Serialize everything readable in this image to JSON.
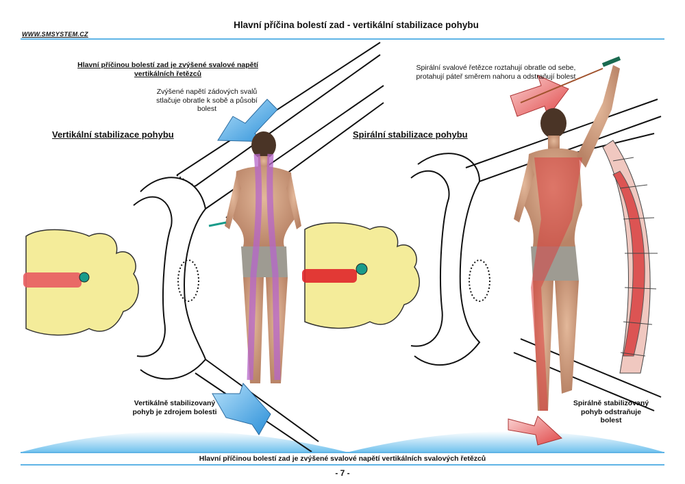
{
  "header": {
    "title": "Hlavní příčina bolestí zad - vertikální stabilizace pohybu",
    "logo": "WWW.SMSYSTEM.CZ"
  },
  "left_panel": {
    "top_note": "Hlavní příčinou bolestí zad je zvýšené svalové napětí vertikálních řetězců",
    "arrow_note": "Zvýšené napětí zádových svalů stlačuje obratle k sobě a působí bolest",
    "heading": "Vertikální stabilizace pohybu",
    "bottom_note": "Vertikálně stabilizovaný pohyb je zdrojem bolesti"
  },
  "right_panel": {
    "top_note": "Spirální svalové řetězce roztahují obratle od sebe, protahují páteř směrem nahoru a odstraňují bolest",
    "heading": "Spirální stabilizace pohybu",
    "bottom_note": "Spirálně stabilizovaný pohyb odstraňuje bolest"
  },
  "footer": {
    "text": "Hlavní příčinou bolestí zad je zvýšené svalové napětí vertikálních svalových řetězců",
    "page_number": "- 7 -"
  },
  "colors": {
    "accent_blue": "#5fb4e6",
    "bone_yellow": "#f4ec9a",
    "disc_red": "#e0262a",
    "muscle_purple": "#b565c8",
    "muscle_red": "#d94040",
    "arrow_red": "#e86a6a"
  }
}
